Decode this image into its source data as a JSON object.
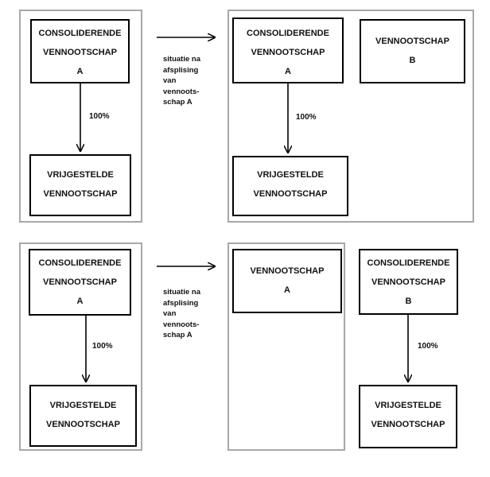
{
  "top": {
    "before": {
      "parent": [
        "CONSOLIDERENDE",
        "VENNOOTSCHAP",
        "A"
      ],
      "percentage": "100%",
      "child": [
        "VRIJGESTELDE",
        "VENNOOTSCHAP"
      ]
    },
    "caption": [
      "situatie na",
      "afsplising",
      "van",
      "vennoots-",
      "schap A"
    ],
    "after": {
      "parent": [
        "CONSOLIDERENDE",
        "VENNOOTSCHAP",
        "A"
      ],
      "percentage": "100%",
      "child": [
        "VRIJGESTELDE",
        "VENNOOTSCHAP"
      ],
      "other": [
        "VENNOOTSCHAP",
        "B"
      ]
    }
  },
  "bottom": {
    "before": {
      "parent": [
        "CONSOLIDERENDE",
        "VENNOOTSCHAP",
        "A"
      ],
      "percentage": "100%",
      "child": [
        "VRIJGESTELDE",
        "VENNOOTSCHAP"
      ]
    },
    "caption": [
      "situatie na",
      "afsplising",
      "van",
      "vennoots-",
      "schap A"
    ],
    "after": {
      "left": [
        "VENNOOTSCHAP",
        "A"
      ],
      "parent": [
        "CONSOLIDERENDE",
        "VENNOOTSCHAP",
        "B"
      ],
      "percentage": "100%",
      "child": [
        "VRIJGESTELDE",
        "VENNOOTSCHAP"
      ]
    }
  }
}
